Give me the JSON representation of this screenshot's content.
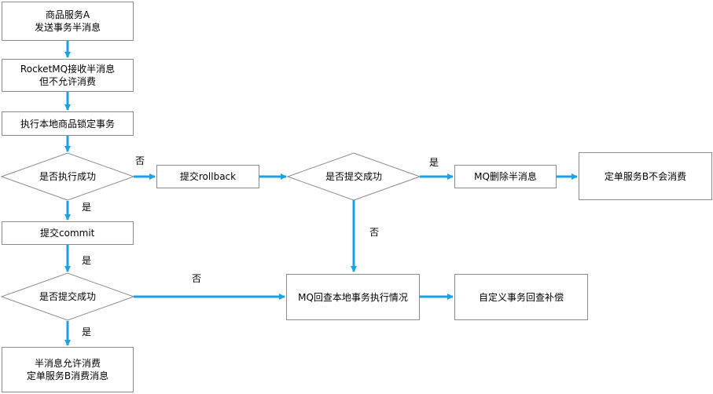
{
  "nodes": {
    "send_half": "商品服务A\n发送事务半消息",
    "mq_receive": "RocketMQ接收半消息\n但不允许消费",
    "exec_local": "执行本地商品锁定事务",
    "exec_success": "是否执行成功",
    "commit": "提交commit",
    "commit_success": "是否提交成功",
    "allow_consume": "半消息允许消费\n定单服务B消费消息",
    "rollback": "提交rollback",
    "rollback_success": "是否提交成功",
    "mq_delete": "MQ删除半消息",
    "no_consume": "定单服务B不会消费",
    "mq_check": "MQ回查本地事务执行情况",
    "compensate": "自定义事务回查补偿"
  },
  "edge_labels": {
    "no_1": "否",
    "yes_1": "是",
    "yes_2": "是",
    "yes_3": "是",
    "yes_4": "是",
    "no_2": "否",
    "no_3": "否"
  },
  "colors": {
    "arrow": "#1ba1e2",
    "border": "#8a8a8a"
  }
}
